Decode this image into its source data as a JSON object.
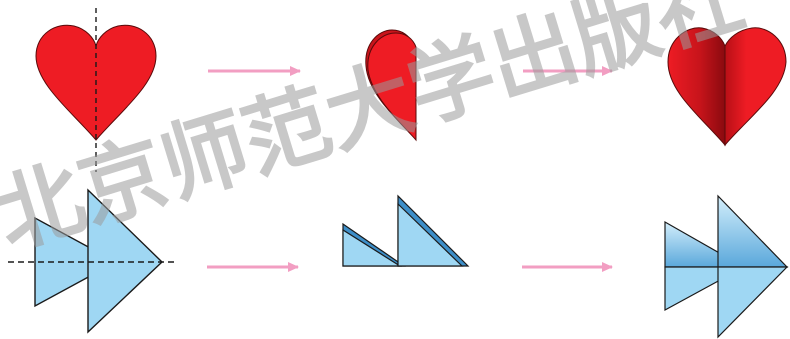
{
  "colors": {
    "heart_red": "#ee1c24",
    "heart_dark": "#9e0a10",
    "arrow_pink": "#f29ec2",
    "shape_blue": "#9fd7f3",
    "shape_blue_dark": "#3d8ec8",
    "outline": "#1a1a1a",
    "watermark": "#9a9a9a"
  },
  "rows": [
    {
      "name": "heart",
      "steps": [
        "heart-with-fold-line",
        "folded-half-heart",
        "unfolded-3d-heart"
      ]
    },
    {
      "name": "double-triangle",
      "steps": [
        "double-triangle-with-fold-line",
        "folded-double-triangle",
        "unfolded-3d-double-triangle"
      ]
    }
  ],
  "watermark": {
    "text": "北京师范大学出版社",
    "kind": "publisher watermark"
  }
}
